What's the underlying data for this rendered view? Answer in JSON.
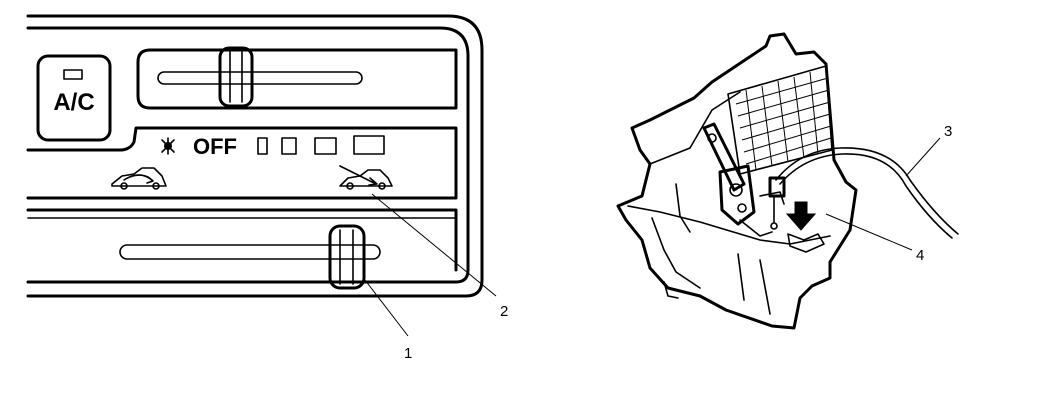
{
  "panel": {
    "ac_label": "A/C",
    "off_label": "OFF"
  },
  "callouts": {
    "c1": "1",
    "c2": "2",
    "c3": "3",
    "c4": "4"
  },
  "icons": [
    "fan-icon",
    "recirculate-air-car-icon",
    "fresh-air-car-icon",
    "arrow-down-icon"
  ],
  "colors": {
    "ink": "#000000",
    "paper": "#ffffff"
  }
}
